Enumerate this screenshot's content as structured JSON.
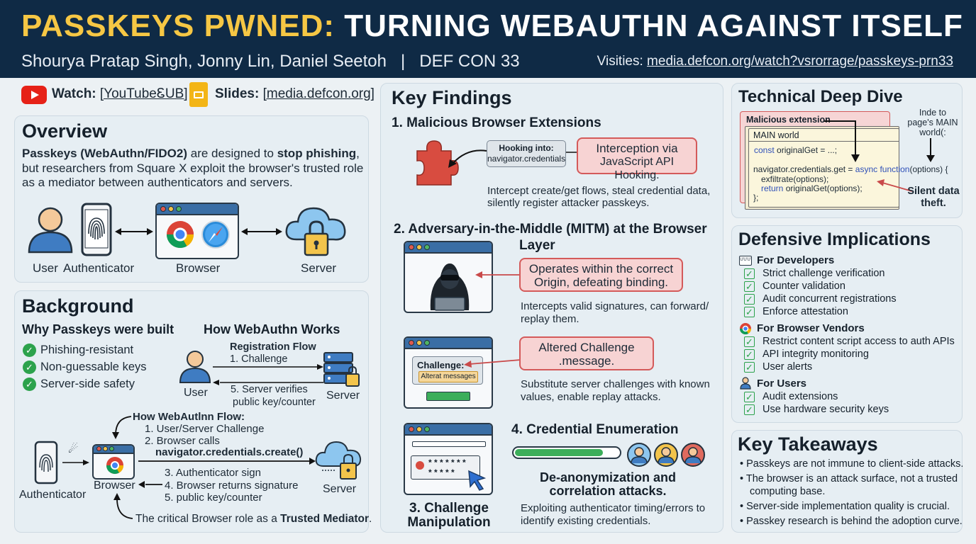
{
  "header": {
    "title_a": "PASSKEYS PWNED:",
    "title_b": "TURNING WEBAUTHN AGAINST ITSELF",
    "authors": "Shourya Pratap Singh, Jonny Lin, Daniel Seetoh   |   DEF CON 33",
    "visit_label": "Visities:",
    "visit_url": "media.defcon.org/watch?vsrorrage/passkeys-prn33"
  },
  "links": {
    "watch_label": "Watch:",
    "watch_value": "[YouTubeᏋUB]",
    "slides_label": "Slides:",
    "slides_value": "[media.defcon.org]"
  },
  "overview": {
    "heading": "Overview",
    "p1_bold": "Passkeys (WebAuthn/FIDO2)",
    "p1_mid": " are designed to ",
    "p1_bold2": "stop phishing",
    "p1_end": ",",
    "p2": "but researchers from Square X exploit the browser's trusted role",
    "p3": "as a mediator between authenticators and servers.",
    "labels": {
      "user": "User",
      "authenticator": "Authenticator",
      "browser": "Browser",
      "server": "Server"
    }
  },
  "background": {
    "heading": "Background",
    "why_heading": "Why Passkeys were built",
    "why_items": [
      "Phishing-resistant",
      "Non-guessable keys",
      "Server-side safety"
    ],
    "how_heading": "How WebAuthn Works",
    "reg_flow": "Registration Flow",
    "step_challenge": "1. Challenge",
    "step_verify_1": "5. Server verifies",
    "step_verify_2": "public key/counter",
    "user_label": "User",
    "server_label": "Server",
    "flow_heading": "How WebAutlnn Flow:",
    "flow_1": "1. User/Server Challenge",
    "flow_2": "2. Browser calls",
    "flow_2b": "navigator.credentials.create()",
    "flow_3": "3. Authenticator sign",
    "flow_4": "4. Browser returns signature",
    "flow_5": "5. public key/counter",
    "authenticator_label": "Authenticator",
    "browser_label": "Browser",
    "server2_label": "Server",
    "footer_pre": "The critical Browser role as a ",
    "footer_bold": "Trusted Mediator",
    "footer_end": "."
  },
  "findings": {
    "heading": "Key Findings",
    "f1_heading": "1. Malicious Browser Extensions",
    "hook_1": "Hooking into:",
    "hook_2": "navigator.credentials",
    "f1_callout_1": "Interception via",
    "f1_callout_2": "JavaScript API Hooking.",
    "f1_desc_1": "Intercept create/get flows, steal credential data,",
    "f1_desc_2": "silently register attacker passkeys.",
    "f2_heading_1": "2. Adversary-in-the-Middle (MITM) at the Browser",
    "f2_heading_2": "Layer",
    "f2_callout_1": "Operates within the correct",
    "f2_callout_2": "Origin, defeating binding.",
    "f2_desc_1": "Intercepts valid signatures, can forward/",
    "f2_desc_2": "replay them.",
    "challenge_label": "Challenge:",
    "challenge_msg": "Alterat messages",
    "f3_callout_1": "Altered Challenge",
    "f3_callout_2": ".message.",
    "f3_desc_1": "Substitute server challenges with known",
    "f3_desc_2": "values, enable replay attacks.",
    "pw_stars_1": "* * * * * * *",
    "pw_stars_2": "* * * * *",
    "f3_heading_1": "3. Challenge",
    "f3_heading_2": "Manipulation",
    "f4_heading": "4. Credential Enumeration",
    "f4_sub_1": "De-anonymization and",
    "f4_sub_2": "correlation attacks.",
    "f4_desc_1": "Exploiting authenticator timing/errors to",
    "f4_desc_2": "identify existing credentials.",
    "enum_progress": 0.85
  },
  "deepdive": {
    "heading": "Technical Deep Dive",
    "ext_label": "Malicious extension",
    "main_label": "MAIN world",
    "note_1": "Inde to",
    "note_2": "page's MAIN",
    "note_3": "world(:",
    "code_1": "const originalGet = ...;",
    "code_2a": "navigator.credentials.get = ",
    "code_2b": "async function",
    "code_2c": "(options) {",
    "code_3": "exfiltrate(options);",
    "code_4a": "return",
    "code_4b": " originalGet(options);",
    "code_5": "};",
    "theft_1": "Silent data",
    "theft_2": "theft."
  },
  "defensive": {
    "heading": "Defensive Implications",
    "dev_heading": "For Developers",
    "dev_items": [
      "Strict challenge verification",
      "Counter validation",
      "Audit concurrent registrations",
      "Enforce attestation"
    ],
    "vendor_heading": "For Browser Vendors",
    "vendor_items": [
      "Restrict content script access to auth APIs",
      "API integrity monitoring",
      "User alerts"
    ],
    "users_heading": "For Users",
    "users_items": [
      "Audit extensions",
      "Use hardware security keys"
    ],
    "browser_icon_text": "ƯƯƯ"
  },
  "takeaways": {
    "heading": "Key Takeaways",
    "items": [
      "Passkeys are not immune to client-side attacks.",
      "The browser is an attack surface, not a trusted",
      "computing base.",
      "Server-side implementation quality is crucial.",
      "Passkey research is behind the adoption curve."
    ]
  },
  "colors": {
    "header_bg": "#0f2a45",
    "accent_yellow": "#f6c744",
    "callout_red": "#d45a5a",
    "check_green": "#2ca24c"
  }
}
